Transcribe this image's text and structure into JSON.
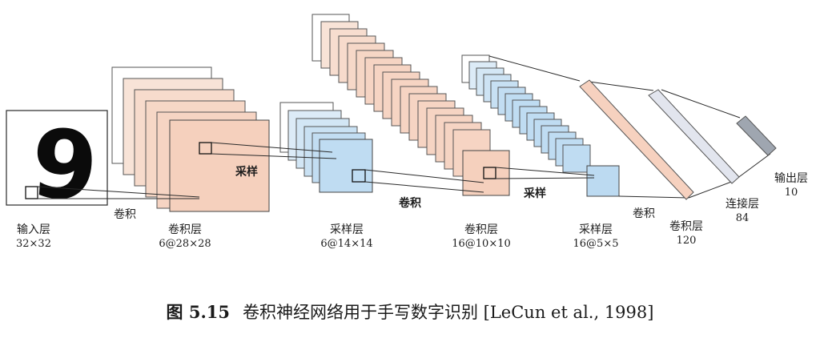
{
  "layers": {
    "input": {
      "name": "输入层",
      "size": "32×32"
    },
    "c1": {
      "name": "卷积层",
      "size": "6@28×28"
    },
    "s2": {
      "name": "采样层",
      "size": "6@14×14"
    },
    "c3": {
      "name": "卷积层",
      "size": "16@10×10"
    },
    "s4": {
      "name": "采样层",
      "size": "16@5×5"
    },
    "c5": {
      "name": "卷积层",
      "size": "120"
    },
    "f6": {
      "name": "连接层",
      "size": "84"
    },
    "output": {
      "name": "输出层",
      "size": "10"
    }
  },
  "operations": {
    "conv1": "卷积",
    "pool1": "采样",
    "conv2": "卷积",
    "pool2": "采样",
    "conv3": "卷积"
  },
  "input_digit": "9",
  "caption": {
    "number": "图 5.15",
    "text": "卷积神经网络用于手写数字识别 [LeCun et al., 1998]"
  },
  "colors": {
    "conv_fill": "#f6d4c3",
    "pool_fill": "#bfdcf2",
    "fc_fill": "#e2e5ee",
    "output_fill": "#9fa6b0",
    "stroke": "#2a2a2a"
  }
}
